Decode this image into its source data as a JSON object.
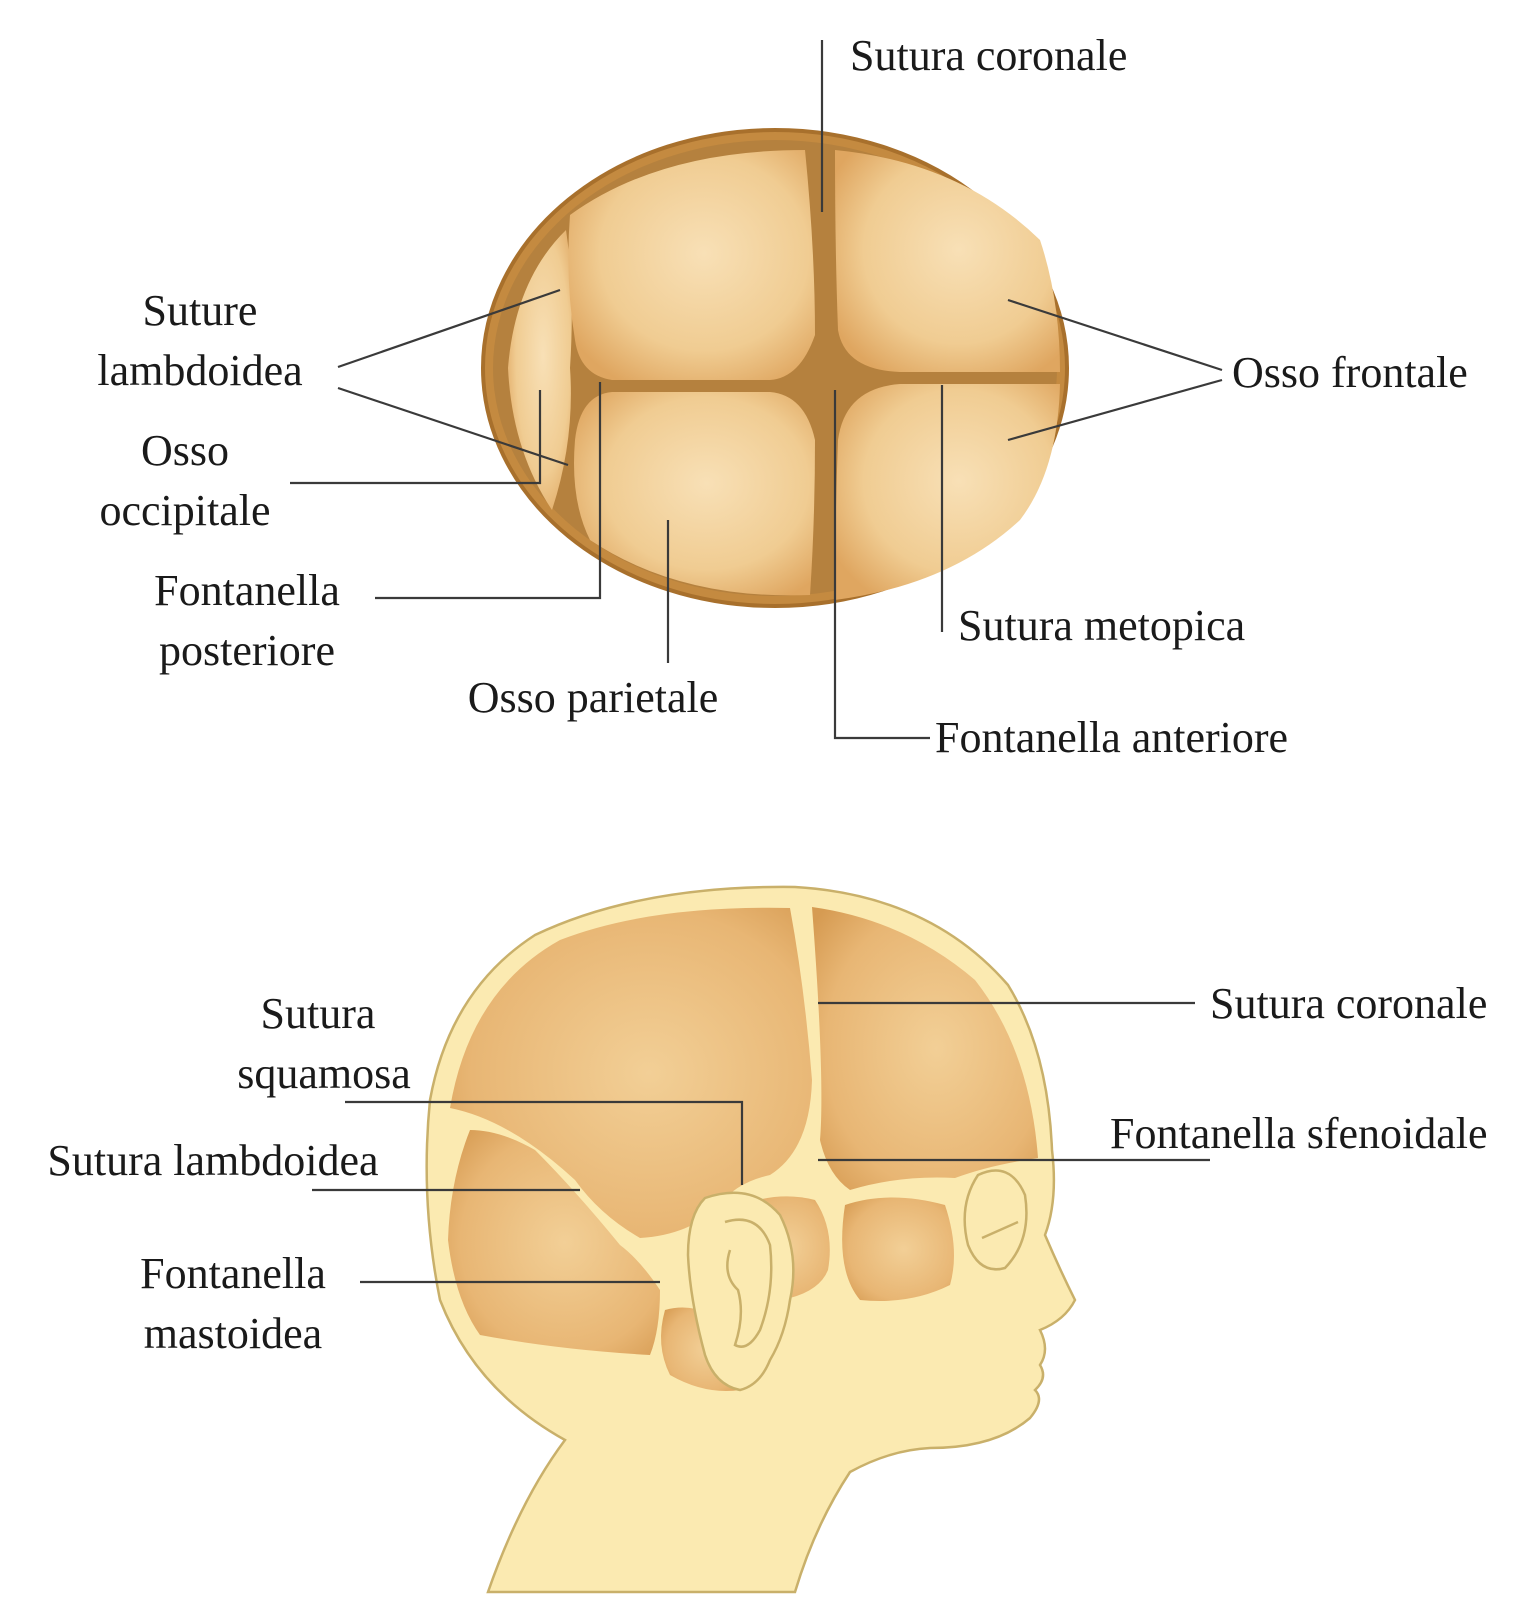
{
  "top_view": {
    "sutura_coronale": "Sutura coronale",
    "suture_lambdoidea": [
      "Suture",
      "lambdoidea"
    ],
    "osso_occipitale": [
      "Osso",
      "occipitale"
    ],
    "fontanella_posteriore": [
      "Fontanella",
      "posteriore"
    ],
    "osso_parietale": "Osso parietale",
    "osso_frontale": "Osso frontale",
    "sutura_metopica": "Sutura metopica",
    "fontanella_anteriore": "Fontanella anteriore"
  },
  "side_view": {
    "sutura_squamosa": [
      "Sutura",
      "squamosa"
    ],
    "sutura_lambdoidea": "Sutura lambdoidea",
    "fontanella_mastoidea": [
      "Fontanella",
      "mastoidea"
    ],
    "sutura_coronale": "Sutura coronale",
    "fontanella_sfenoidale": "Fontanella sfenoidale"
  },
  "colors": {
    "bone_light": "#f7ddb0",
    "bone_dark": "#e0a862",
    "suture": "#b9803c",
    "skin": "#fbeab1",
    "skin_outline": "#c9b06a"
  }
}
